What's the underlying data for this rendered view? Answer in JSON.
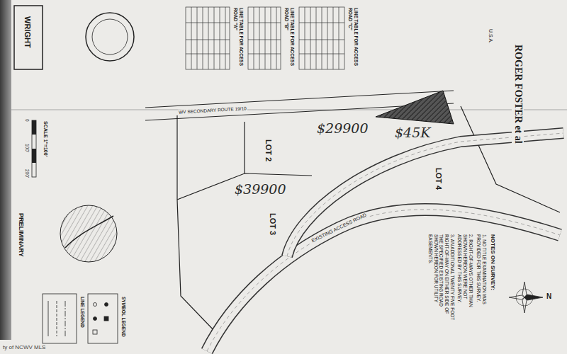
{
  "diagram": {
    "labels": [
      "LINE TABLE FOR ACCESS ROAD \"A\"",
      "LINE TABLE FOR ACCESS ROAD \"B\"",
      "LINE TABLE FOR ACCESS ROAD \"C\"",
      "U.S.A.",
      "ROGER FOSTER et al",
      "WRIGHT",
      "WV SECONDARY ROUTE 19/10",
      "$29900",
      "$45K",
      "LOT 2",
      "LOT 4",
      "$39900",
      "LOT 3",
      "EXISTING ACCESS ROAD",
      "NOTES ON SURVEY:",
      "1. NO TITLE EXAMINATION WAS PROVIDED FOR THIS SURVEY.",
      "2. RIGHT-OF-WAYS OTHER THAN SHOWN HEREON WERE NOT ADDRESSED BY THIS SURVEY.",
      "3. AN ADDITIONAL TWENTY FIVE FOOT RIGHT-OF-WAY ON EITHER SIDE OF THE SPECIFIED EXISTING ROAD SHOWN HEREON FOR UTILITY EASEMENTS.",
      "N",
      "SCALE 1\"=100'",
      "0",
      "100'",
      "200'",
      "PRELIMINARY",
      "LINE LEGEND",
      "SYMBOL LEGEND",
      "ty of NCWV MLS"
    ]
  }
}
